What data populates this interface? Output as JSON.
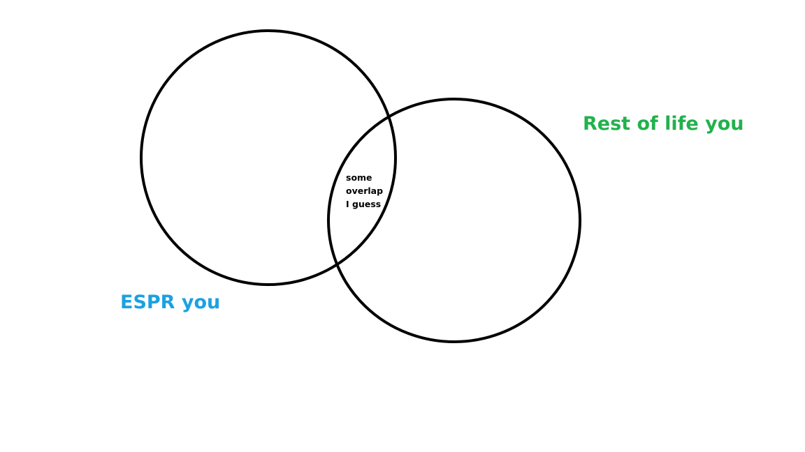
{
  "diagram": {
    "left_set_label": "ESPR you",
    "right_set_label": "Rest of life you",
    "overlap_label_lines": [
      "some",
      "overlap",
      "I guess"
    ],
    "colors": {
      "left_label": "#1ba1e2",
      "right_label": "#22b14c",
      "outline": "#000000",
      "background": "#ffffff"
    }
  }
}
